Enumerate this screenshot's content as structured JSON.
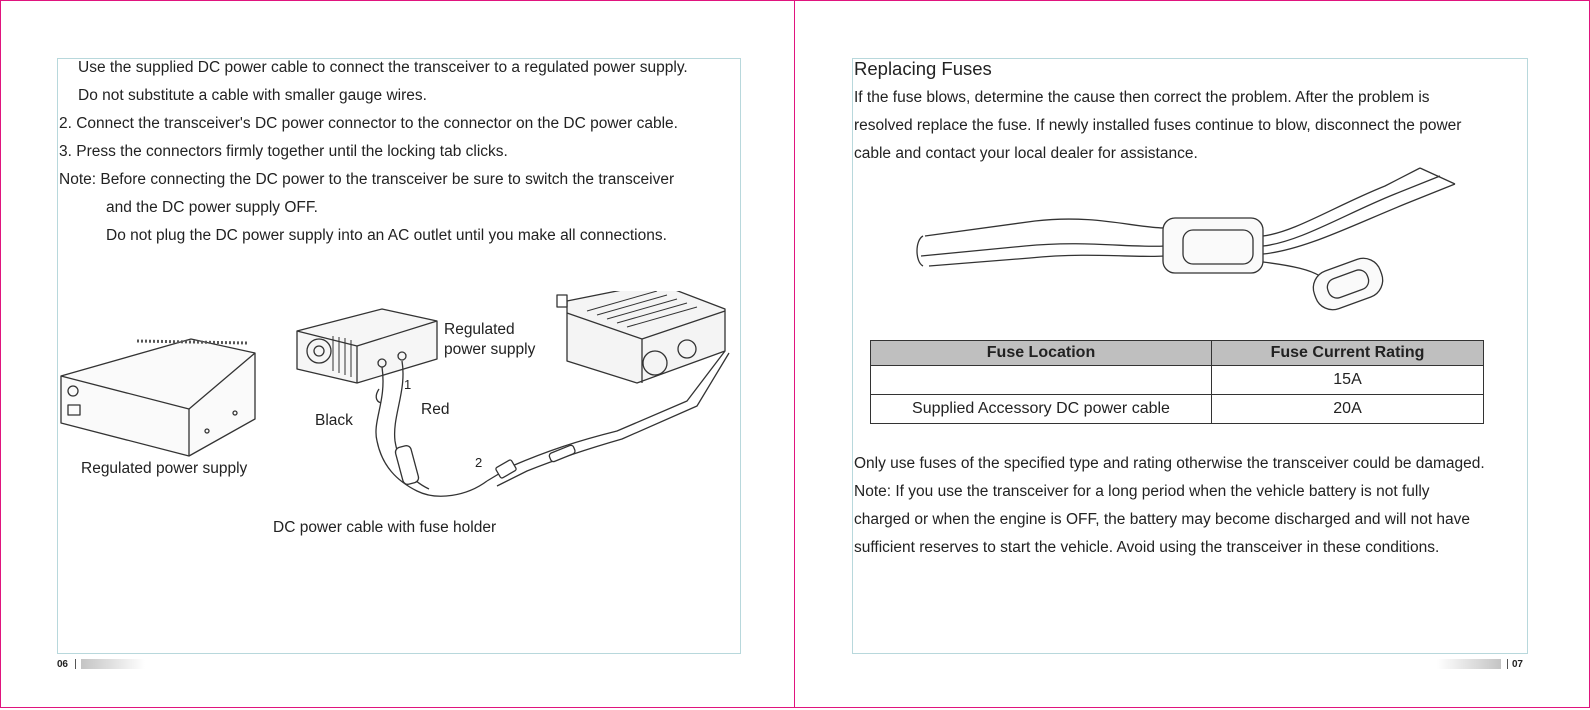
{
  "left": {
    "lines": [
      "Use the supplied DC power cable to connect the transceiver to a regulated power supply.",
      "Do not substitute a cable with smaller gauge wires.",
      "2. Connect the transceiver's DC power connector to the connector on the DC power cable.",
      "3. Press the connectors firmly together until the locking tab clicks.",
      "Note: Before connecting the DC power to the transceiver be sure to switch the transceiver",
      "and the DC power supply OFF.",
      "Do not plug the DC power supply into an AC outlet until you make all connections."
    ],
    "figure": {
      "label_supply_top": "Regulated\npower supply",
      "label_supply_top_1": "Regulated",
      "label_supply_top_2": "power supply",
      "label_supply_left": "Regulated power supply",
      "label_black": "Black",
      "label_red": "Red",
      "label_1": "1",
      "label_2": "2",
      "caption": "DC power cable with fuse holder"
    },
    "page_number": "06"
  },
  "right": {
    "heading": "Replacing Fuses",
    "intro_lines": [
      "If the fuse blows, determine the cause then correct the problem. After the problem is",
      "resolved replace the fuse. If newly installed fuses continue to blow, disconnect the power",
      "cable and contact your local dealer for assistance."
    ],
    "table": {
      "headers": [
        "Fuse Location",
        "Fuse Current Rating"
      ],
      "rows": [
        [
          "",
          "15A"
        ],
        [
          "Supplied Accessory DC power cable",
          "20A"
        ]
      ]
    },
    "outro_lines": [
      "Only use fuses of the specified type and rating otherwise the transceiver could be damaged.",
      "Note: If you use the transceiver for a long period when the vehicle battery is not fully",
      "charged or when the engine is OFF, the battery may become discharged and will not have",
      "sufficient reserves to start the vehicle. Avoid using the transceiver in these conditions."
    ],
    "page_number": "07"
  },
  "colors": {
    "page_border": "#e0147e",
    "frame": "#b8d8dc",
    "table_header": "#bfbfbf"
  }
}
